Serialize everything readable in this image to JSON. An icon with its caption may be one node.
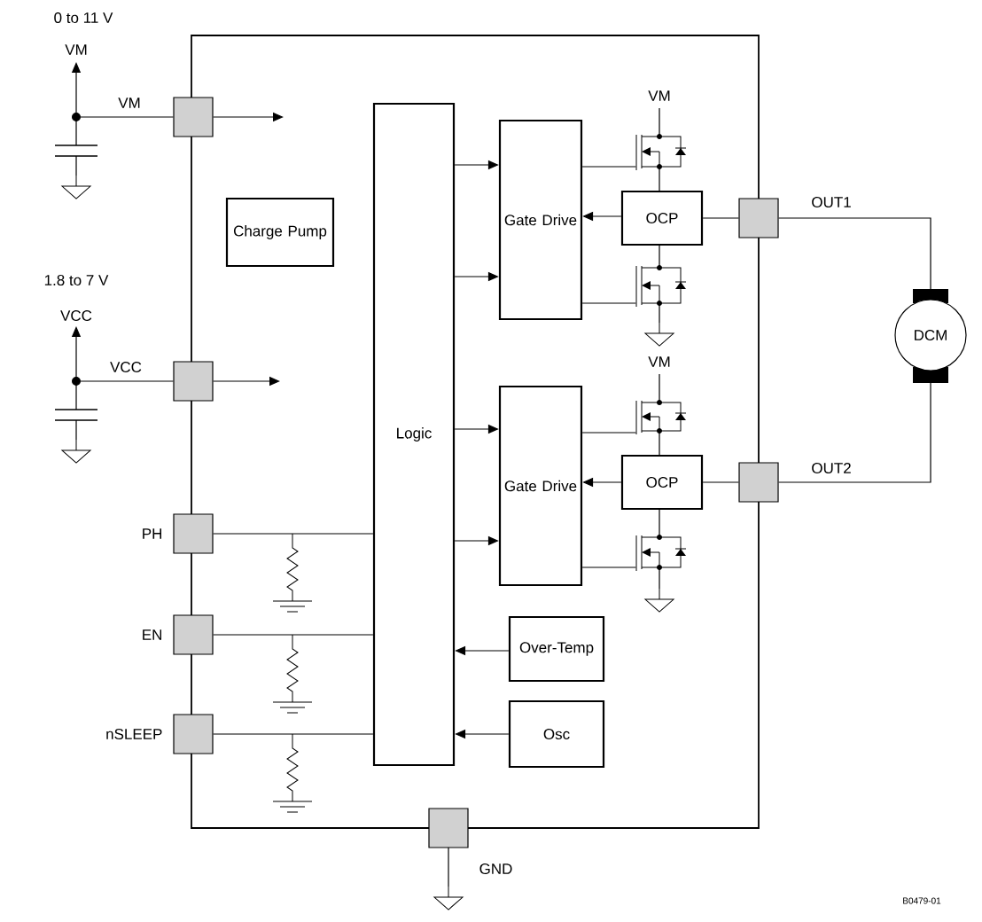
{
  "diagram": {
    "nodes": [
      {
        "text": [],
        "shape": "box"
      },
      {
        "text": [
          "Logic"
        ]
      },
      {
        "text": [
          "Gate Drive"
        ]
      },
      {
        "text": [
          "OCP"
        ]
      },
      {
        "text": [],
        "shape": "box"
      },
      {
        "text": [
          "Charge Pump"
        ]
      },
      {
        "text": [
          "DCM"
        ]
      },
      {
        "text": [],
        "shape": "box"
      },
      {
        "text": [
          "Gate Drive"
        ]
      },
      {
        "text": [
          "OCP"
        ]
      },
      {
        "text": [],
        "shape": "box"
      },
      {
        "text": [],
        "shape": "box",
        "beside": [
          "PH"
        ]
      },
      {
        "text": [],
        "shape": "box",
        "beside": [
          "EN"
        ]
      },
      {
        "text": [
          "Over-Temp"
        ]
      },
      {
        "text": [],
        "shape": "box",
        "beside": [
          "nSLEEP"
        ]
      },
      {
        "text": [
          "Osc"
        ]
      },
      {
        "text": [],
        "shape": "box",
        "beside": [
          "GND"
        ]
      },
      {
        "text": [],
        "shape": "transistor"
      },
      {
        "text": [],
        "shape": "transistor"
      },
      {
        "text": [],
        "shape": "transistor"
      },
      {
        "text": [],
        "shape": "transistor"
      },
      {
        "text": [],
        "shape": "dot"
      },
      {
        "text": [],
        "shape": "dot"
      }
    ],
    "edges": [
      {
        "from": 21,
        "to": 0,
        "arrow": "none",
        "label": "VM"
      },
      {
        "from": 0,
        "to": null,
        "arrow": "to"
      },
      {
        "from": 22,
        "to": 7,
        "arrow": "none",
        "label": "VCC"
      },
      {
        "from": 7,
        "to": null,
        "arrow": "to"
      },
      {
        "from": 1,
        "to": 2,
        "arrow": "to"
      },
      {
        "from": 1,
        "to": 2,
        "arrow": "to"
      },
      {
        "from": 3,
        "to": 2,
        "arrow": "to"
      },
      {
        "from": 3,
        "to": 4,
        "arrow": "none"
      },
      {
        "from": 4,
        "to": 6,
        "arrow": "none",
        "label": "OUT1"
      },
      {
        "from": 1,
        "to": 8,
        "arrow": "to"
      },
      {
        "from": 1,
        "to": 8,
        "arrow": "to"
      },
      {
        "from": 9,
        "to": 8,
        "arrow": "to"
      },
      {
        "from": 9,
        "to": 10,
        "arrow": "none"
      },
      {
        "from": 10,
        "to": 6,
        "arrow": "none",
        "label": "OUT2"
      },
      {
        "from": 11,
        "to": 1,
        "arrow": "none"
      },
      {
        "from": 12,
        "to": 1,
        "arrow": "none"
      },
      {
        "from": 14,
        "to": 1,
        "arrow": "none"
      },
      {
        "from": 13,
        "to": 1,
        "arrow": "to"
      },
      {
        "from": 15,
        "to": 1,
        "arrow": "to"
      },
      {
        "from": 2,
        "to": 17,
        "arrow": "none"
      },
      {
        "from": 17,
        "to": 3,
        "arrow": "none"
      },
      {
        "from": 3,
        "to": 18,
        "arrow": "none"
      },
      {
        "from": 2,
        "to": 18,
        "arrow": "none"
      },
      {
        "from": 8,
        "to": 19,
        "arrow": "none"
      },
      {
        "from": 19,
        "to": 9,
        "arrow": "none"
      },
      {
        "from": 9,
        "to": 20,
        "arrow": "none"
      },
      {
        "from": 8,
        "to": 20,
        "arrow": "none"
      }
    ],
    "labels": [
      "0 to 11 V",
      "VM",
      "VM",
      "1.8 to 7 V",
      "VCC",
      "VM",
      "B0479-01"
    ]
  }
}
